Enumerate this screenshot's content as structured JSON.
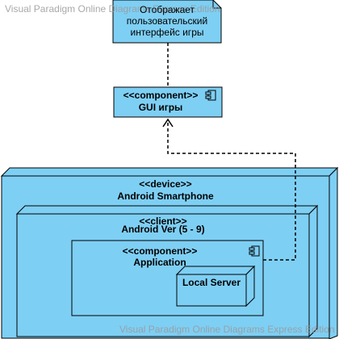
{
  "watermark": {
    "top": "Visual Paradigm Online Diagrams Express Edition",
    "bottom": "Visual Paradigm Online Diagrams Express Edition"
  },
  "note": {
    "lines": [
      "Отображает",
      "пользовательский",
      "интерфейс игры"
    ]
  },
  "gui_component": {
    "stereotype": "<<component>>",
    "name": "GUI игры"
  },
  "device_node": {
    "stereotype": "<<device>>",
    "name": "Android Smartphone"
  },
  "client_node": {
    "stereotype": "<<client>>",
    "name": "Android Ver (5 - 9)"
  },
  "app_component": {
    "stereotype": "<<component>>",
    "name": "Application"
  },
  "server_node": {
    "name": "Local Server"
  },
  "colors": {
    "fill": "#7ecff4",
    "stroke": "#000000",
    "watermark": "#9a9a9a"
  }
}
